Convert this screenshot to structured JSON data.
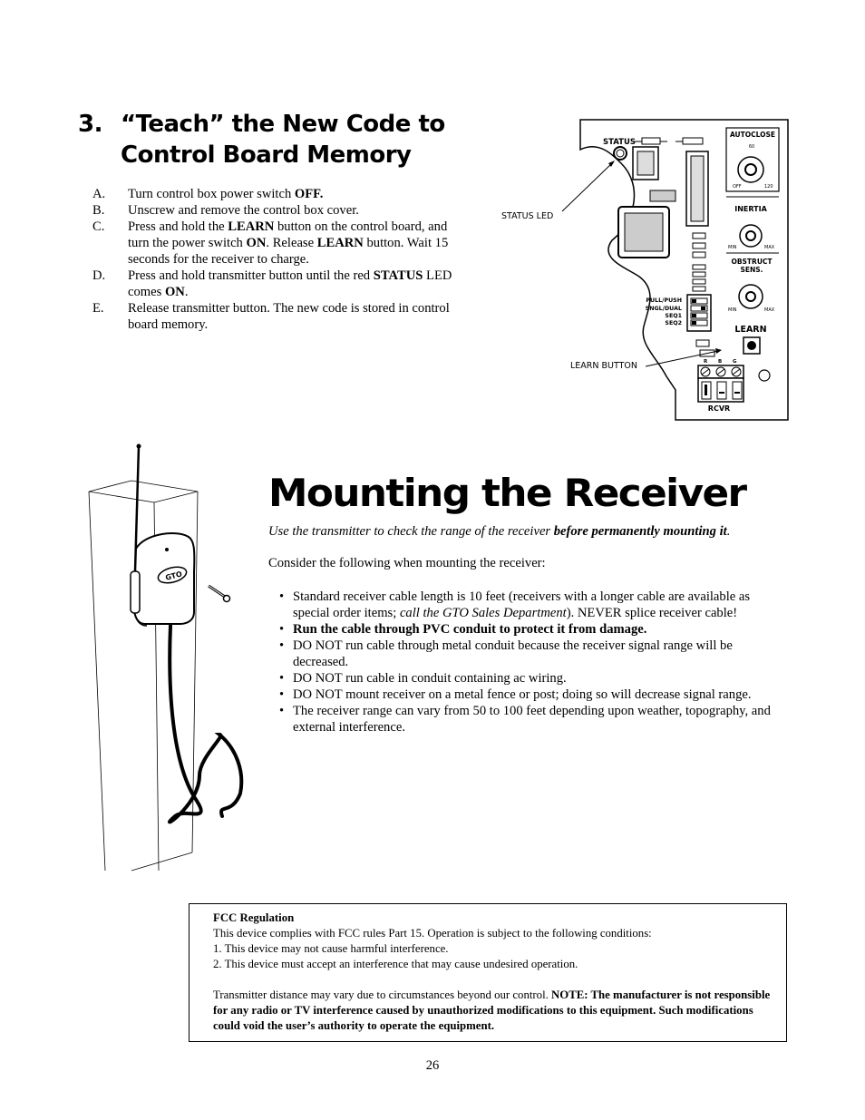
{
  "section3": {
    "number": "3.",
    "title": "“Teach” the New Code to Control Board Memory",
    "steps": [
      {
        "letter": "A.",
        "parts": [
          {
            "t": "Turn control box power switch "
          },
          {
            "t": "OFF.",
            "b": true
          }
        ]
      },
      {
        "letter": "B.",
        "parts": [
          {
            "t": "Unscrew and remove the control box cover."
          }
        ]
      },
      {
        "letter": "C.",
        "parts": [
          {
            "t": "Press and hold the "
          },
          {
            "t": "LEARN",
            "b": true
          },
          {
            "t": " button on the control board, and turn the power switch "
          },
          {
            "t": "ON",
            "b": true
          },
          {
            "t": ".  Release "
          },
          {
            "t": "LEARN",
            "b": true
          },
          {
            "t": " button. Wait 15 seconds for the receiver to charge."
          }
        ]
      },
      {
        "letter": "D.",
        "parts": [
          {
            "t": "Press and hold transmitter button until the red "
          },
          {
            "t": "STATUS",
            "b": true
          },
          {
            "t": " LED comes "
          },
          {
            "t": "ON",
            "b": true
          },
          {
            "t": "."
          }
        ]
      },
      {
        "letter": "E.",
        "parts": [
          {
            "t": "Release transmitter button.  The new code is stored in control board memory."
          }
        ]
      }
    ]
  },
  "diagram": {
    "status_led_label": "STATUS LED",
    "learn_button_label": "LEARN BUTTON",
    "status": "STATUS",
    "autoclose": "AUTOCLOSE",
    "autoclose_60": "60",
    "autoclose_off": "OFF",
    "autoclose_120": "120",
    "inertia": "INERTIA",
    "min": "MIN",
    "max": "MAX",
    "obstruct_1": "OBSTRUCT",
    "obstruct_2": "SENS.",
    "learn": "LEARN",
    "pull_push": "PULL/PUSH",
    "sngl_dual": "SNGL/DUAL",
    "seq1": "SEQ1",
    "seq2": "SEQ2",
    "r": "R",
    "b": "B",
    "g": "G",
    "rcvr": "RCVR",
    "brand": "GTO"
  },
  "mounting": {
    "title": "Mounting the Receiver",
    "intro_italic": "Use the transmitter to check the range of the receiver ",
    "intro_bold": "before permanently mounting it",
    "intro_end": ".",
    "consider": "Consider the following when mounting the receiver:",
    "bullets": [
      {
        "parts": [
          {
            "t": "Standard receiver cable length is 10 feet (receivers with a longer cable are available as special order items; "
          },
          {
            "t": "call the GTO Sales Department",
            "i": true
          },
          {
            "t": ").  NEVER splice receiver cable!"
          }
        ]
      },
      {
        "parts": [
          {
            "t": "Run the cable through PVC conduit to protect it from damage.",
            "b": true
          }
        ]
      },
      {
        "parts": [
          {
            "t": "DO NOT run cable through metal conduit because the receiver signal range will be decreased."
          }
        ]
      },
      {
        "parts": [
          {
            "t": "DO NOT run cable in conduit containing ac wiring."
          }
        ]
      },
      {
        "parts": [
          {
            "t": "DO NOT mount receiver on a metal fence or post; doing so will decrease signal range."
          }
        ]
      },
      {
        "parts": [
          {
            "t": "The receiver range can vary from 50 to 100 feet depending upon weather, topography, and external interference."
          }
        ]
      }
    ]
  },
  "fcc": {
    "title": "FCC Regulation",
    "line1": "This device complies with FCC rules Part 15.  Operation is subject to the following conditions:",
    "line2": "1. This device may not cause harmful interference.",
    "line3": "2. This device must accept an interference that may cause undesired operation.",
    "note_plain": "Transmitter distance may vary due to circumstances beyond our control.  ",
    "note_bold": "NOTE: The manufacturer is not responsible for any radio or TV interference caused by unauthorized modifications to this equipment. Such modifications could void the user’s authority to operate the equipment."
  },
  "page_number": "26"
}
